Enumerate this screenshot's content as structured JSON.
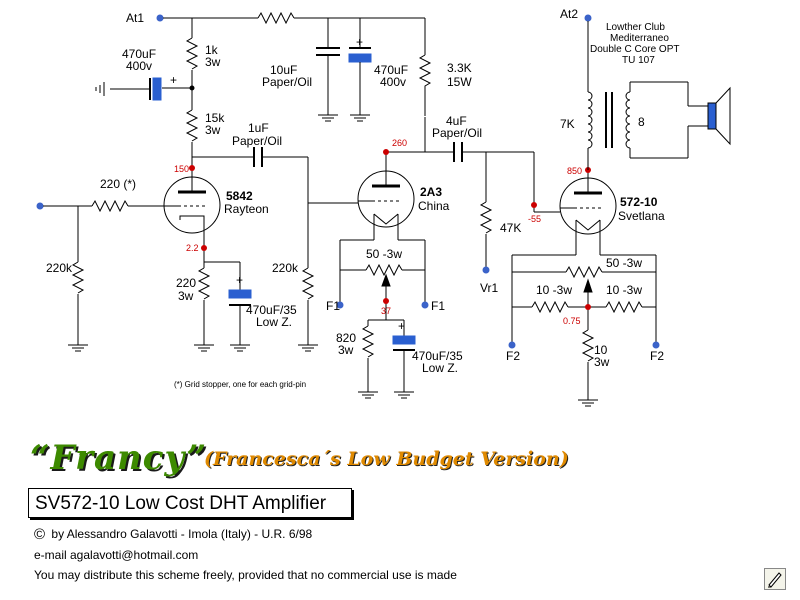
{
  "schematic": {
    "nodes": {
      "at1": "At1",
      "at2": "At2",
      "f1": "F1",
      "f2": "F2",
      "vr1": "Vr1"
    },
    "components": {
      "r_1k": [
        "1k",
        "3w"
      ],
      "c_470_supply": [
        "470uF",
        "400v"
      ],
      "r_15k": [
        "15k",
        "3w"
      ],
      "c_10uf": [
        "10uF",
        "Paper/Oil"
      ],
      "c_470_filter": [
        "470uF",
        "400v"
      ],
      "r_3k3": [
        "3.3K",
        "15W"
      ],
      "c_1uf": [
        "1uF",
        "Paper/Oil"
      ],
      "c_4uf": [
        "4uF",
        "Paper/Oil"
      ],
      "r_grid": "220 (*)",
      "r_220k_in": "220k",
      "r_220_cathode": [
        "220",
        "3w"
      ],
      "c_470_35_a": [
        "470uF/35",
        "Low Z."
      ],
      "r_220k_grid2": "220k",
      "r_47k": "47K",
      "pot_50_a": "50 -3w",
      "r_820": [
        "820",
        "3w"
      ],
      "c_470_35_b": [
        "470uF/35",
        "Low Z."
      ],
      "pot_50_b": "50 -3w",
      "r_10_left": "10 -3w",
      "r_10_right": "10 -3w",
      "r_10_bottom": [
        "10",
        "3w"
      ],
      "r_7k": "7K",
      "r_8": "8"
    },
    "tubes": {
      "v1": [
        "5842",
        "Rayteon"
      ],
      "v2": [
        "2A3",
        "China"
      ],
      "v3": [
        "572-10",
        "Svetlana"
      ]
    },
    "transformer": [
      "Lowther Club",
      "Mediterraneo",
      "Double C Core OPT",
      "TU 107"
    ],
    "voltages": {
      "v1_plate": "150",
      "v1_cathode": "2.2",
      "v2_plate": "260",
      "v2_cathode": "37",
      "v3_plate": "850",
      "v3_grid": "-55",
      "v3_cathode": "0.75"
    },
    "note": "(*) Grid stopper, one for each grid-pin"
  },
  "title": {
    "name": "“Francy”",
    "subtitle": "(Francesca´s Low Budget Version)",
    "box": "SV572-10   Low Cost  DHT Amplifier"
  },
  "footer": {
    "copyright_symbol": "©",
    "credit": "by  Alessandro Galavotti - Imola (Italy) - U.R. 6/98",
    "email": "e-mail   agalavotti@hotmail.com",
    "distribution": "You may distribute this scheme freely, provided that no commercial use is made"
  },
  "icons": {
    "corner": "pencil-icon"
  },
  "colors": {
    "title_green": "#3d8a00",
    "subtitle_orange": "#e08a00",
    "node_red": "#cc0000",
    "capacitor_blue": "#2a5fd0",
    "node_blue": "#3b63c9"
  }
}
